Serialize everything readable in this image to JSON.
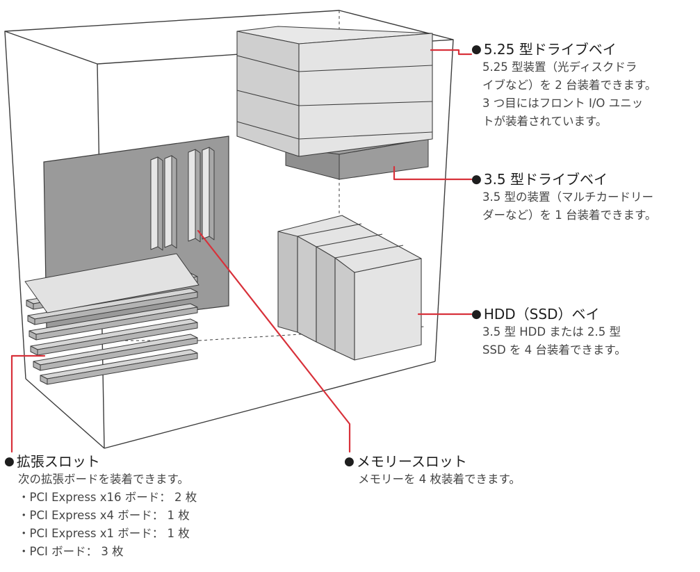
{
  "colors": {
    "leader_line": "#d8313a",
    "outline": "#3c3c3c",
    "board_dark": "#9a9a9a",
    "part_light": "#dedede",
    "part_mid": "#c8c8c8",
    "part_dark": "#8f8f8f"
  },
  "callouts": {
    "bay_525": {
      "bullet": "●",
      "title": "5.25 型ドライブベイ",
      "lines": [
        "5.25 型装置（光ディスクドラ",
        "イブなど）を 2 台装着できます。",
        "3 つ目にはフロント I/O ユニッ",
        "トが装着されています。"
      ]
    },
    "bay_35": {
      "bullet": "●",
      "title": "3.5 型ドライブベイ",
      "lines": [
        "3.5 型の装置（マルチカードリー",
        "ダーなど）を 1 台装着できます。"
      ]
    },
    "hdd_bay": {
      "bullet": "●",
      "title": "HDD（SSD）ベイ",
      "lines": [
        "3.5 型 HDD または 2.5 型",
        "SSD を 4 台装着できます。"
      ]
    },
    "expansion_slot": {
      "bullet": "●",
      "title": "拡張スロット",
      "lines": [
        "次の拡張ボードを装着できます。"
      ],
      "items": [
        "・PCI Express x16 ボード： 2 枚",
        "・PCI Express x4 ボード： 1 枚",
        "・PCI Express x1 ボード： 1 枚",
        "・PCI ボード： 3 枚"
      ]
    },
    "memory_slot": {
      "bullet": "●",
      "title": "メモリースロット",
      "lines": [
        "メモリーを 4 枚装着できます。"
      ]
    }
  }
}
